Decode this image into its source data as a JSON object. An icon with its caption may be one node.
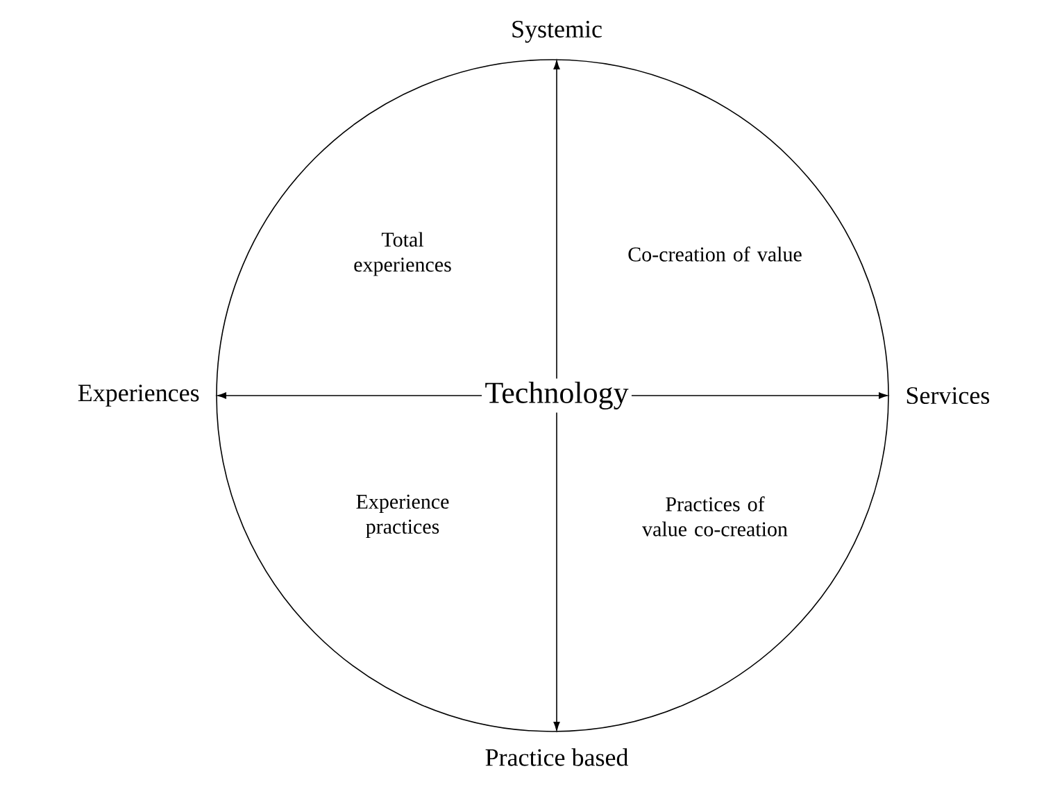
{
  "diagram": {
    "nodes": [
      {
        "text": [
          "Total experiences",
          "Co-creation of value",
          "Experience practices",
          "Practices of value co-creation"
        ]
      },
      {
        "text": [
          "Technology"
        ],
        "in": 0
      },
      {
        "text": [
          "Systemic"
        ]
      },
      {
        "text": [
          "Services"
        ]
      },
      {
        "text": [
          "Practice based"
        ]
      },
      {
        "text": [
          "Experiences"
        ]
      }
    ],
    "edges": [
      {
        "from": 1,
        "to": 2,
        "arrow": "to"
      },
      {
        "from": 1,
        "to": 3,
        "arrow": "to"
      },
      {
        "from": 1,
        "to": 4,
        "arrow": "to"
      },
      {
        "from": 1,
        "to": 5,
        "arrow": "to"
      }
    ]
  }
}
